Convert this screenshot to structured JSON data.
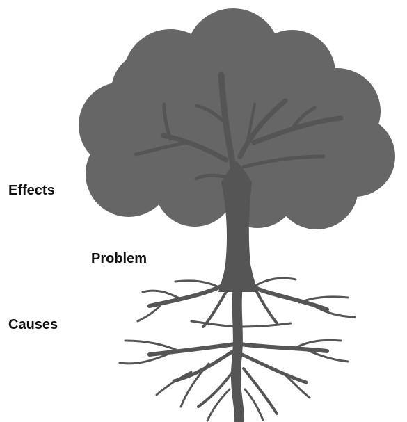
{
  "diagram": {
    "labels": {
      "effects": "Effects",
      "problem": "Problem",
      "causes": "Causes"
    },
    "colors": {
      "canopy": "#666666",
      "trunk": "#555555",
      "roots": "#555555",
      "text": "#111111",
      "background": "#ffffff"
    },
    "parts": {
      "canopy": "canopy",
      "trunk": "trunk",
      "roots": "roots"
    }
  }
}
